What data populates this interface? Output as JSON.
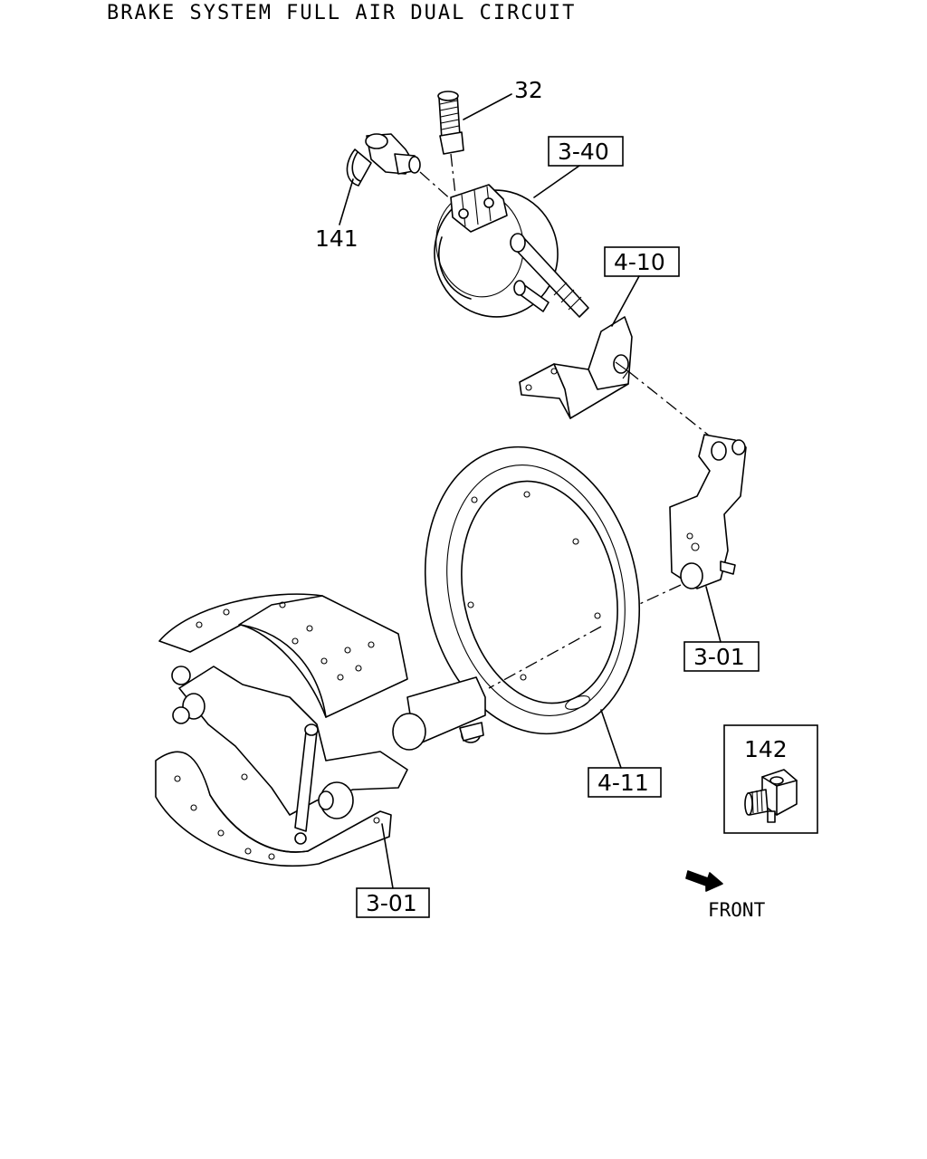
{
  "title": "BRAKE SYSTEM FULL AIR DUAL CIRCUIT",
  "callouts": {
    "part_32": "32",
    "part_141": "141",
    "part_142": "142",
    "ref_3_40": "3-40",
    "ref_4_10": "4-10",
    "ref_3_01_upper": "3-01",
    "ref_4_11": "4-11",
    "ref_3_01_lower": "3-01"
  },
  "direction_label": "FRONT"
}
